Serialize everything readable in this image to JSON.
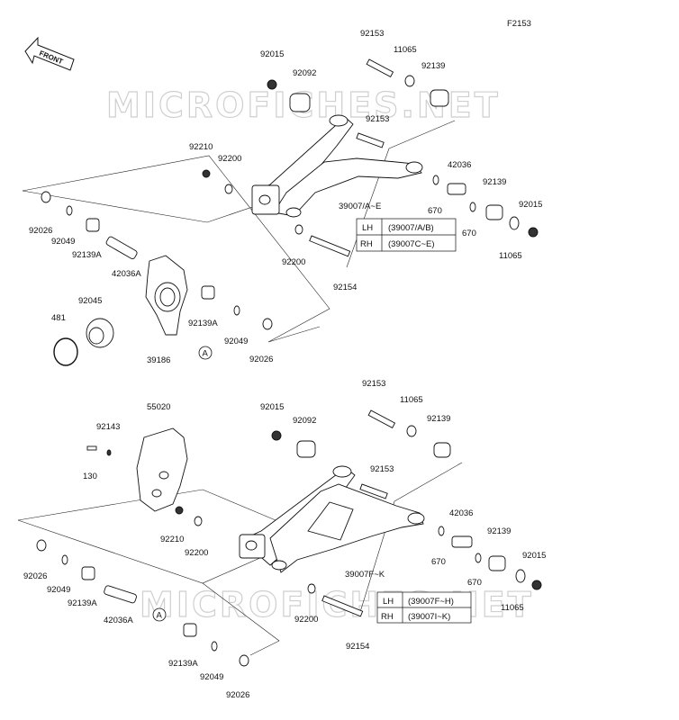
{
  "figure_code": "F2153",
  "front_label": "FRONT",
  "watermark": "MICROFICHES.NET",
  "callout_a": "A",
  "upper": {
    "labels": {
      "p92153a": "92153",
      "p11065a": "11065",
      "p92015a": "92015",
      "p92092": "92092",
      "p92139a": "92139",
      "p92153b": "92153",
      "p92210": "92210",
      "p92200a": "92200",
      "p42036": "42036",
      "p92139b": "92139",
      "p92015b": "92015",
      "p39007": "39007/A~E",
      "p670a": "670",
      "p670b": "670",
      "p11065b": "11065",
      "p92026a": "92026",
      "p92049a": "92049",
      "p92139A": "92139A",
      "p42036A": "42036A",
      "p92200b": "92200",
      "p92154": "92154",
      "p92045": "92045",
      "p481": "481",
      "p92139Ab": "92139A",
      "p92049b": "92049",
      "p39186": "39186",
      "p92026b": "92026"
    },
    "table": [
      {
        "side": "LH",
        "parts": "(39007/A/B)"
      },
      {
        "side": "RH",
        "parts": "(39007C~E)"
      }
    ]
  },
  "lower": {
    "labels": {
      "p92153a": "92153",
      "p11065a": "11065",
      "p55020": "55020",
      "p92015a": "92015",
      "p92092": "92092",
      "p92139a": "92139",
      "p92143": "92143",
      "p130": "130",
      "p92153b": "92153",
      "p42036": "42036",
      "p92139b": "92139",
      "p92015b": "92015",
      "p92210": "92210",
      "p92200a": "92200",
      "p670a": "670",
      "p39007": "39007F~K",
      "p670b": "670",
      "p11065b": "11065",
      "p92026a": "92026",
      "p92049a": "92049",
      "p92139A": "92139A",
      "p42036A": "42036A",
      "p92200b": "92200",
      "p92154": "92154",
      "p92139Ab": "92139A",
      "p92049b": "92049",
      "p92026b": "92026"
    },
    "table": [
      {
        "side": "LH",
        "parts": "(39007F~H)"
      },
      {
        "side": "RH",
        "parts": "(39007I~K)"
      }
    ]
  }
}
